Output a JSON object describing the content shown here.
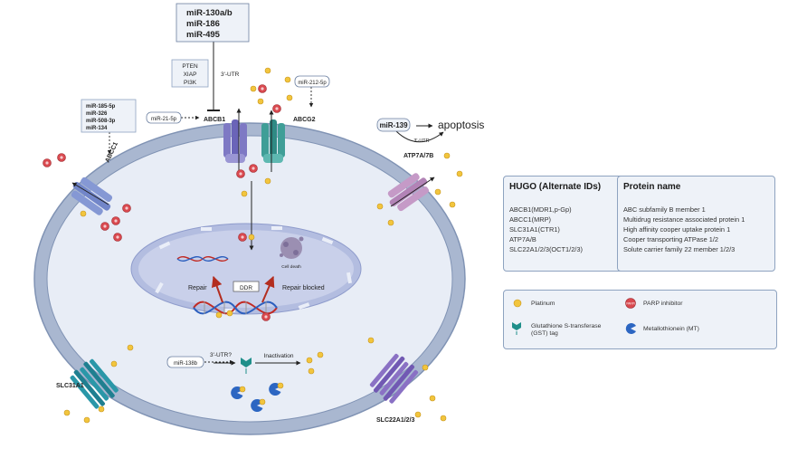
{
  "mirna_main": [
    "miR-130a/b",
    "miR-186",
    "miR-495"
  ],
  "targets": [
    "PTEN",
    "XIAP",
    "PI3K"
  ],
  "utr_label": "3'-UTR",
  "mir21": "miR-21-5p",
  "mir212": "miR-212-5p",
  "mirna_abcc1": [
    "miR-185-5p",
    "miR-326",
    "miR-508-3p",
    "miR-134"
  ],
  "mir139": "miR-139",
  "mir139_utr": "3'-UTR",
  "apoptosis": "apoptosis",
  "mir138": "miR-138b",
  "utr2": "3'-UTR?",
  "inactivation": "Inactivation",
  "transporters": {
    "abcb1": "ABCB1",
    "abcg2": "ABCG2",
    "abcc1": "ABCC1",
    "atp7": "ATP7A/7B",
    "slc31": "SLC31A1",
    "slc22": "SLC22A1/2/3"
  },
  "nucleus": {
    "repair": "Repair",
    "ddr": "DDR",
    "blocked": "Repair blocked",
    "death": "Cell death"
  },
  "table": {
    "hugo_header": "HUGO (Alternate IDs)",
    "protein_header": "Protein name",
    "hugo": [
      "ABCB1(MDR1,p-Gp)",
      "ABCC1(MRP)",
      "SLC31A1(CTR1)",
      "ATP7A/B",
      "SLC22A1/2/3(OCT1/2/3)"
    ],
    "protein": [
      "ABC subfamily B member 1",
      "Multidrug resistance associated protein 1",
      "High affinity cooper uptake protein 1",
      "Cooper transporting ATPase 1/2",
      "Solute carrier family 22 member 1/2/3"
    ]
  },
  "legend": {
    "platinum": "Platinum",
    "parp": "PARP inhibitor",
    "parp_badge": "PARPi",
    "gst": "Glutathione S-transferase (GST) tag",
    "mt": "Metallothionein (MT)"
  },
  "colors": {
    "membrane": "#a9b7d0",
    "membrane_edge": "#8093b4",
    "cytoplasm": "#e8edf6",
    "nucleus": "#c9d0ea",
    "platinum": "#f2c53d",
    "parp": "#d9494f",
    "gst": "#1f8f8a",
    "mt": "#2c66c2",
    "abcb1": "#7e79c4",
    "abcg2": "#3f9e97",
    "abcc1": "#8598d4",
    "atp7": "#c59ac7",
    "slc31": "#2a97a8",
    "slc22": "#8a71c4"
  }
}
